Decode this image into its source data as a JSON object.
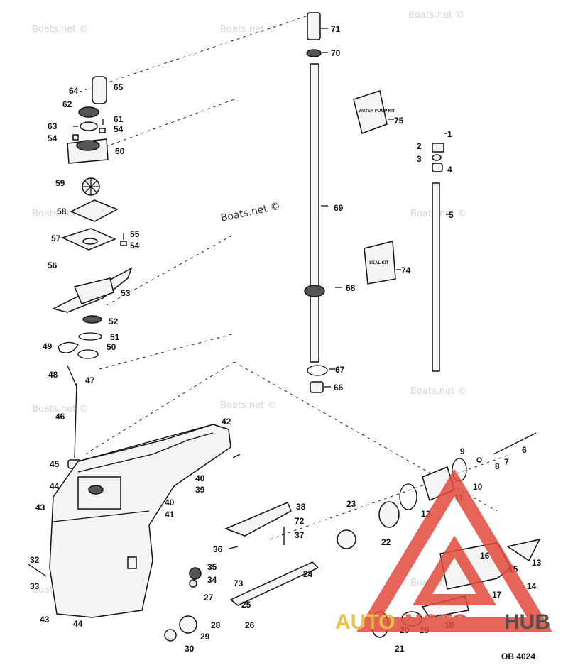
{
  "watermark": "Boats.net ©",
  "drawing_code": "OB 4024",
  "logo": {
    "prefix": "AUTO",
    "middle": "MOTO",
    "suffix": "HUB",
    "color_prefix": "#e8b82a",
    "color_middle": "#e24a3b",
    "color_suffix": "#333333",
    "triangle_color": "#e24a3b"
  },
  "kits": {
    "water_pump_kit": "WATER PUMP KIT",
    "seal_kit": "SEAL KIT"
  },
  "labels": {
    "p1": "1",
    "p2": "2",
    "p3": "3",
    "p4": "4",
    "p5": "5",
    "p6": "6",
    "p7": "7",
    "p8": "8",
    "p9": "9",
    "p10": "10",
    "p11": "11",
    "p12": "12",
    "p13": "13",
    "p14": "14",
    "p15": "15",
    "p16": "16",
    "p17": "17",
    "p18": "18",
    "p19": "19",
    "p20": "20",
    "p21": "21",
    "p22": "22",
    "p23": "23",
    "p24": "24",
    "p25": "25",
    "p26": "26",
    "p27": "27",
    "p28": "28",
    "p29": "29",
    "p30": "30",
    "p32": "32",
    "p33": "33",
    "p34": "34",
    "p35": "35",
    "p36": "36",
    "p37": "37",
    "p38": "38",
    "p39": "39",
    "p40a": "40",
    "p40b": "40",
    "p41": "41",
    "p42": "42",
    "p43a": "43",
    "p43b": "43",
    "p44a": "44",
    "p44b": "44",
    "p45": "45",
    "p46": "46",
    "p47": "47",
    "p48": "48",
    "p49": "49",
    "p50": "50",
    "p51": "51",
    "p52": "52",
    "p53": "53",
    "p54a": "54",
    "p54b": "54",
    "p54c": "54",
    "p55": "55",
    "p56": "56",
    "p57": "57",
    "p58": "58",
    "p59": "59",
    "p60": "60",
    "p61": "61",
    "p62": "62",
    "p63": "63",
    "p64": "64",
    "p65": "65",
    "p66": "66",
    "p67": "67",
    "p68": "68",
    "p69": "69",
    "p70": "70",
    "p71": "71",
    "p72": "72",
    "p73": "73",
    "p74": "74",
    "p75": "75"
  }
}
